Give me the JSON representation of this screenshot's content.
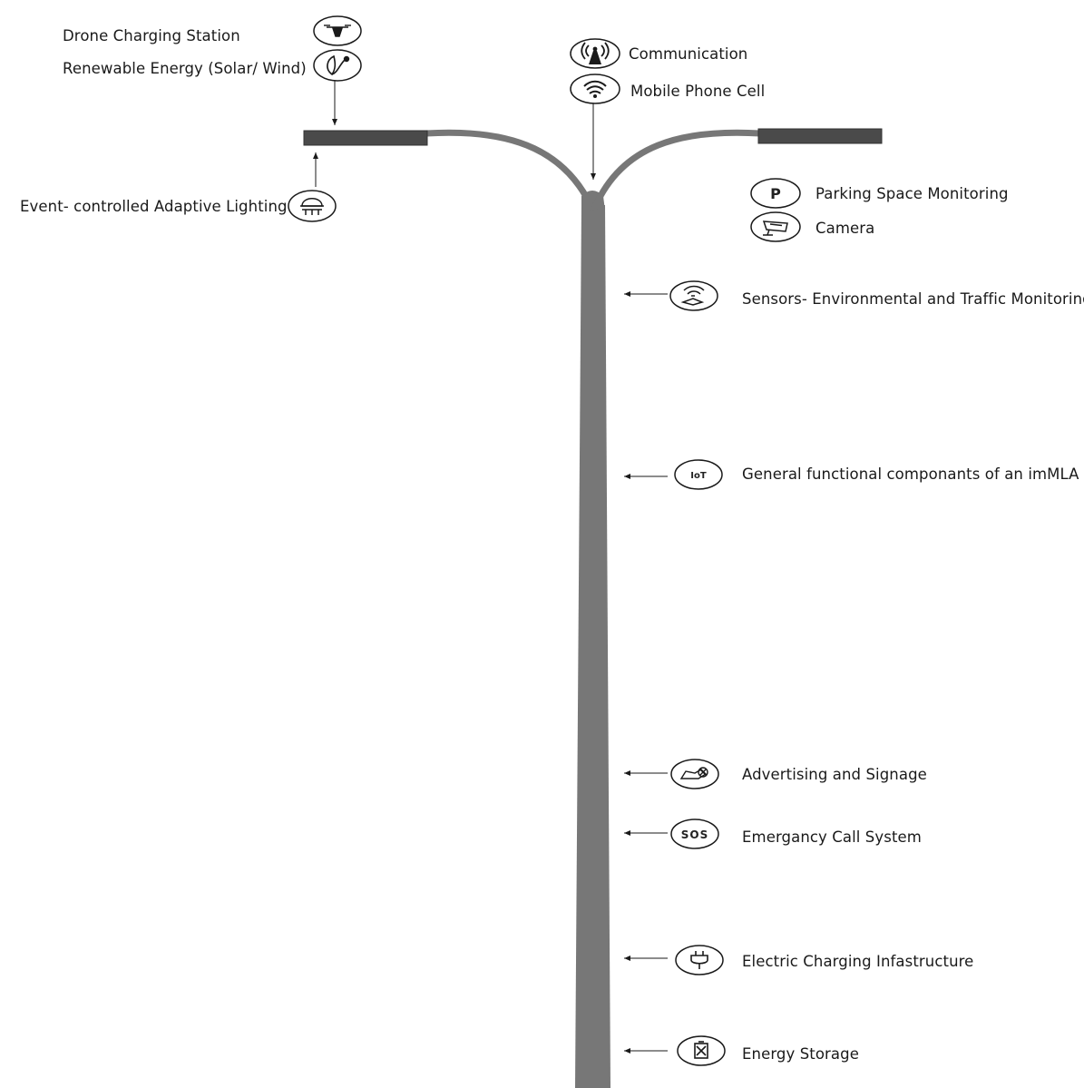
{
  "features": {
    "drone_charging": {
      "label": "Drone Charging Station",
      "icon": "drone-icon"
    },
    "renewable_energy": {
      "label": "Renewable Energy (Solar/ Wind)",
      "icon": "leaf-plug-icon"
    },
    "adaptive_lighting": {
      "label": "Event- controlled Adaptive Lighting",
      "icon": "lamp-icon"
    },
    "communication": {
      "label": "Communication",
      "icon": "antenna-tower-icon"
    },
    "mobile_cell": {
      "label": "Mobile Phone Cell",
      "icon": "wifi-icon"
    },
    "parking": {
      "label": "Parking Space Monitoring",
      "icon": "parking-icon",
      "icon_text": "P"
    },
    "camera": {
      "label": "Camera",
      "icon": "camera-icon"
    },
    "sensors": {
      "label": "Sensors- Environmental and Traffic Monitoring",
      "icon": "sensor-hand-icon"
    },
    "iot": {
      "label": "General functional componants of an imMLA",
      "icon": "iot-icon",
      "icon_text": "IoT"
    },
    "advertising": {
      "label": "Advertising and Signage",
      "icon": "signage-icon"
    },
    "emergency": {
      "label": "Emergancy Call System",
      "icon": "sos-icon",
      "icon_text": "SOS"
    },
    "charging": {
      "label": "Electric Charging Infastructure",
      "icon": "plug-icon"
    },
    "storage": {
      "label": "Energy Storage",
      "icon": "battery-icon"
    }
  },
  "colors": {
    "pole": "#777777",
    "lamp_head": "#4a4a4a",
    "icon_stroke": "#1a1a1a",
    "text": "#1a1a1a"
  }
}
